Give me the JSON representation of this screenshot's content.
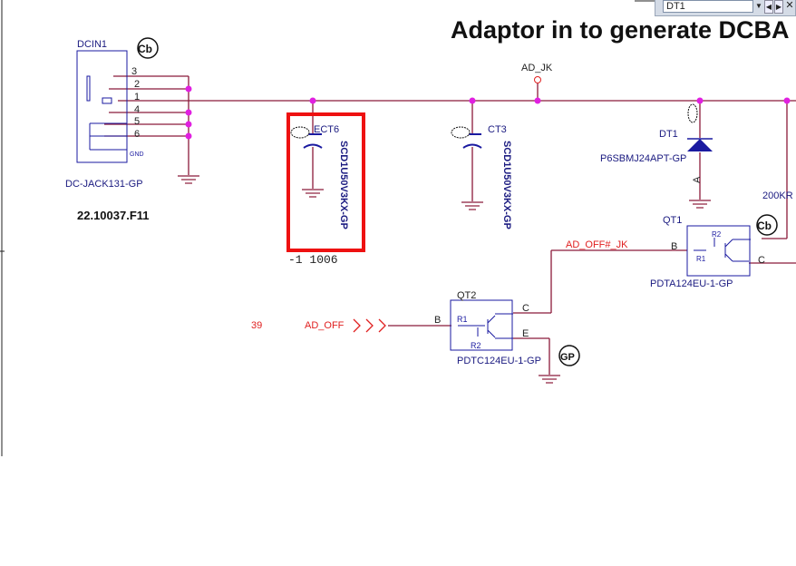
{
  "toolbar": {
    "find_value": "DT1",
    "dropdown_icon": "chevron-down-icon",
    "prev_icon": "arrow-left-icon",
    "next_icon": "arrow-right-icon",
    "close_icon": "close-icon"
  },
  "title": "Adaptor in to generate DCBA",
  "colors": {
    "wire": "#8b1a3a",
    "junction": "#e020e0",
    "component": "#1a1aa0",
    "net_label": "#e02020",
    "highlight": "#ee1111"
  },
  "dcin": {
    "ref": "DCIN1",
    "part": "DC-JACK131-GP",
    "number": "22.10037.F11",
    "pins": [
      "3",
      "2",
      "1",
      "4",
      "5",
      "6"
    ],
    "gnd": "GND",
    "badge": "Cb"
  },
  "net_ad_jk": "AD_JK",
  "ect6": {
    "ref": "ECT6",
    "part": "SCD1U50V3KX-GP",
    "note": "-1 1006"
  },
  "ct3": {
    "ref": "CT3",
    "part": "SCD1U50V3KX-GP"
  },
  "dt1": {
    "ref": "DT1",
    "part": "P6SBMJ24APT-GP",
    "anode": "A"
  },
  "r200k": {
    "value": "200KR"
  },
  "qt1": {
    "ref": "QT1",
    "part": "PDTA124EU-1-GP",
    "b": "B",
    "c": "C",
    "r1": "R1",
    "r2": "R2",
    "badge": "Cb"
  },
  "net_ad_off_jk": "AD_OFF#_JK",
  "ad_off": {
    "page": "39",
    "net": "AD_OFF"
  },
  "qt2": {
    "ref": "QT2",
    "part": "PDTC124EU-1-GP",
    "b": "B",
    "c": "C",
    "e": "E",
    "r1": "R1",
    "r2": "R2",
    "badge": "GP"
  }
}
